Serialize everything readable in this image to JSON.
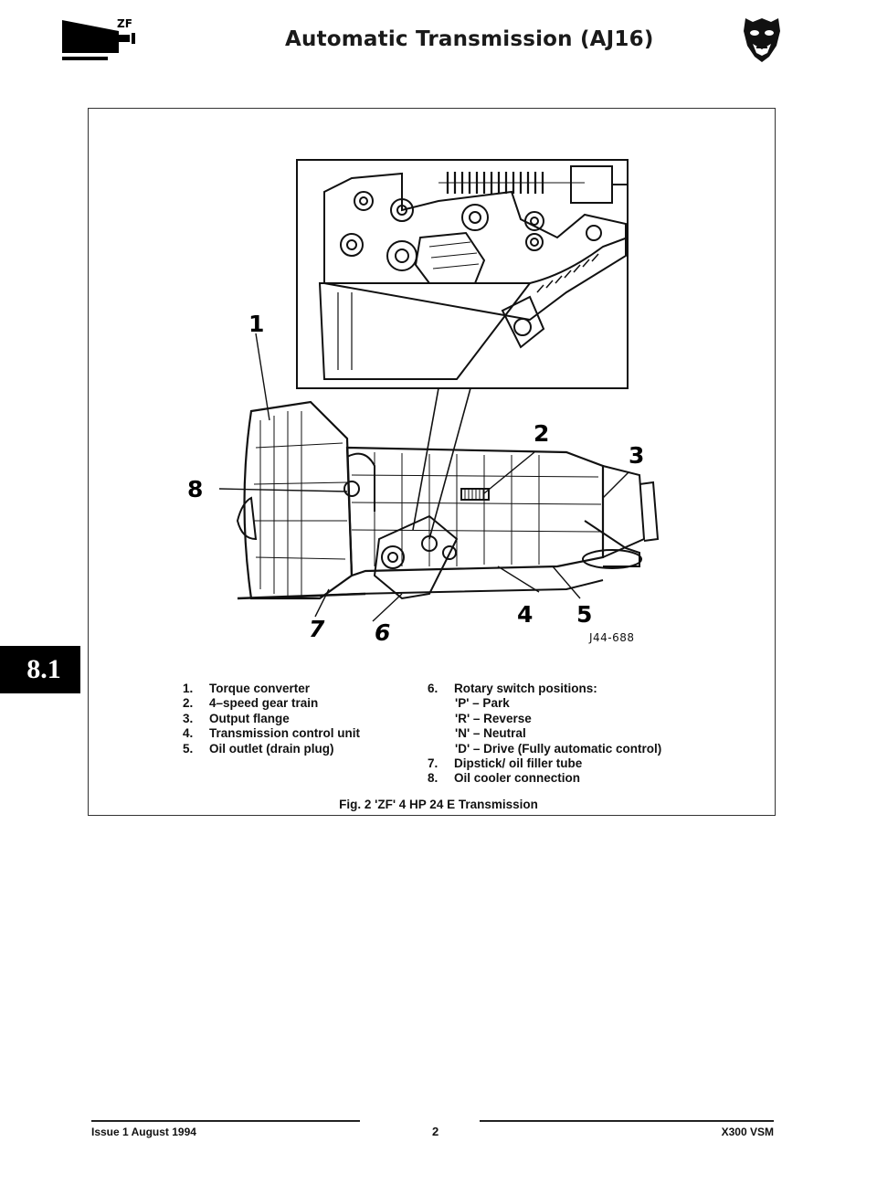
{
  "header": {
    "brand_logo": "zf-logo",
    "title": "Automatic Transmission (AJ16)",
    "emblem": "jaguar-head-icon"
  },
  "section_tab": "8.1",
  "figure": {
    "callouts": [
      "1",
      "2",
      "3",
      "4",
      "5",
      "6",
      "7",
      "8"
    ],
    "reference_code": "J44-688"
  },
  "legend": {
    "left": [
      {
        "num": "1.",
        "text": "Torque converter"
      },
      {
        "num": "2.",
        "text": "4–speed gear train"
      },
      {
        "num": "3.",
        "text": "Output flange"
      },
      {
        "num": "4.",
        "text": "Transmission control unit"
      },
      {
        "num": "5.",
        "text": "Oil outlet (drain plug)"
      }
    ],
    "right": [
      {
        "num": "6.",
        "text": "Rotary switch positions:"
      },
      {
        "sub": "'P' – Park"
      },
      {
        "sub": "'R' – Reverse"
      },
      {
        "sub": "'N' – Neutral"
      },
      {
        "sub": "'D' – Drive (Fully automatic control)"
      },
      {
        "num": "7.",
        "text": "Dipstick/ oil filler tube"
      },
      {
        "num": "8.",
        "text": "Oil cooler connection"
      }
    ]
  },
  "caption": "Fig. 2 'ZF' 4 HP 24 E Transmission",
  "footer": {
    "issue": "Issue 1 August 1994",
    "page_number": "2",
    "manual": "X300 VSM"
  }
}
